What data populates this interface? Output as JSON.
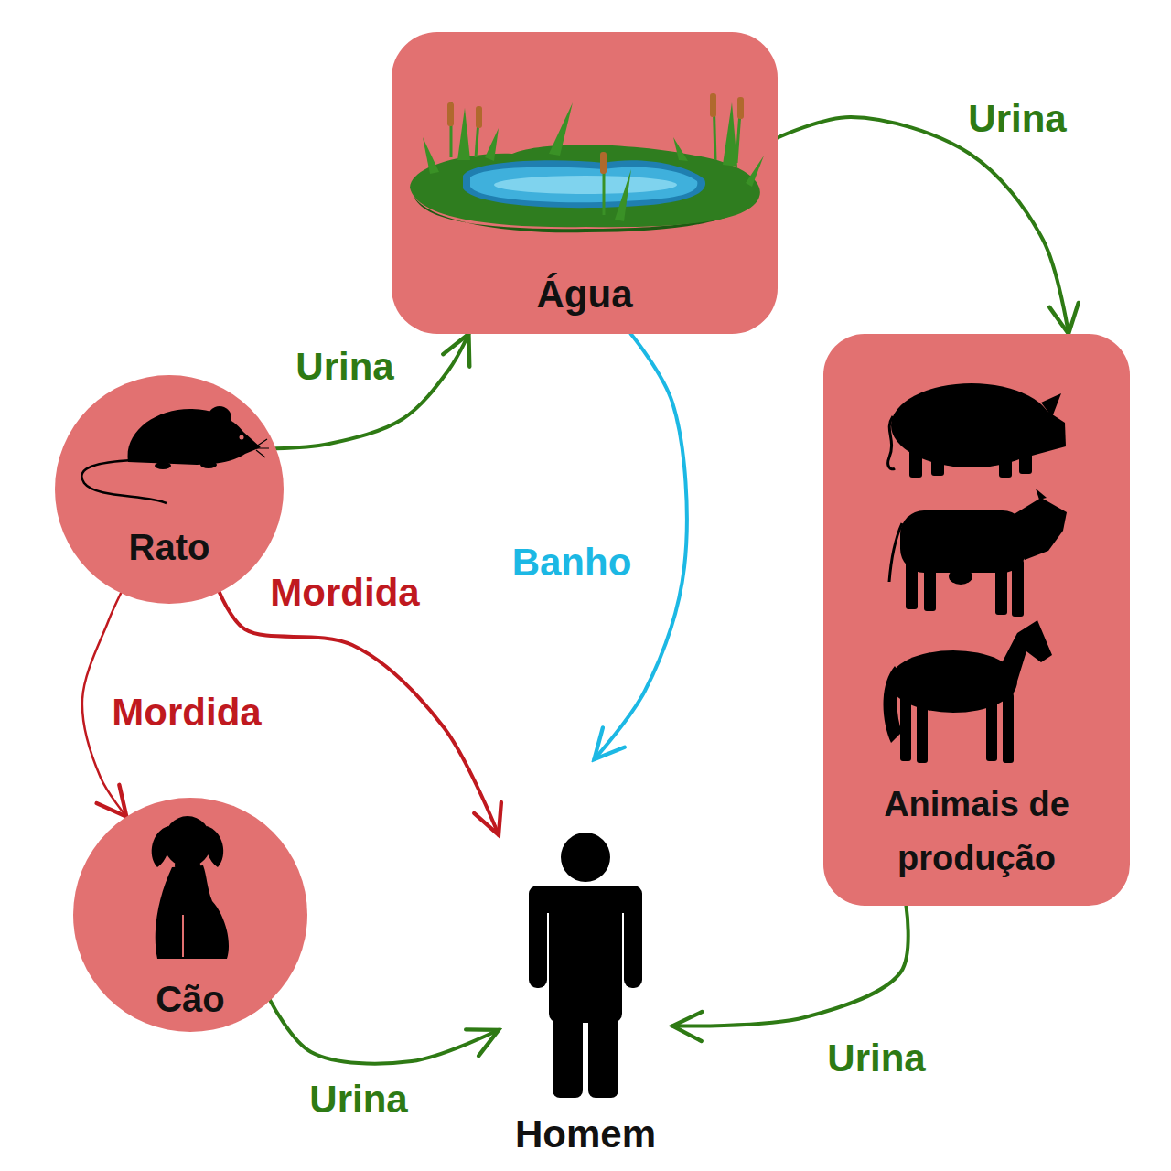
{
  "diagram": {
    "nodes": [
      {
        "text": [
          "Água"
        ]
      },
      {
        "text": [
          "Rato"
        ]
      },
      {
        "text": [
          "Animais de produção"
        ]
      },
      {
        "text": [
          "Cão"
        ]
      },
      {
        "text": [
          "Homem"
        ]
      }
    ],
    "edges": [
      {
        "from": 1,
        "to": 0,
        "label": "Urina",
        "arrow": "to"
      },
      {
        "from": 0,
        "to": 2,
        "label": "Urina",
        "arrow": "to"
      },
      {
        "from": 0,
        "to": 4,
        "label": "Banho",
        "arrow": "to"
      },
      {
        "from": 1,
        "to": 4,
        "label": "Mordida",
        "arrow": "to"
      },
      {
        "from": 1,
        "to": 3,
        "label": "Mordida",
        "arrow": "to"
      },
      {
        "from": 3,
        "to": 4,
        "label": "Urina",
        "arrow": "to"
      },
      {
        "from": 2,
        "to": 4,
        "label": "Urina",
        "arrow": "to"
      }
    ]
  }
}
